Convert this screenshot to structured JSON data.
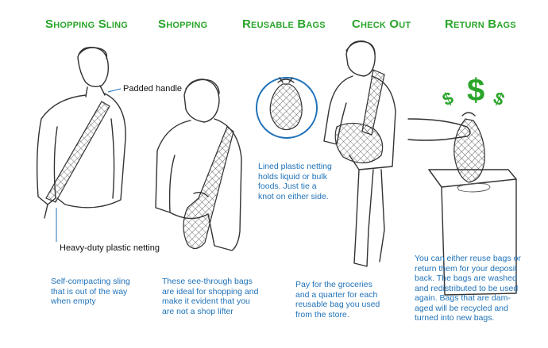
{
  "headings": [
    "Shopping Sling",
    "Shopping",
    "Reusable Bags",
    "Check Out",
    "Return Bags"
  ],
  "callouts": {
    "padded_handle": "Padded handle",
    "plastic_netting": "Heavy-duty plastic netting"
  },
  "captions": {
    "sling": [
      "Self-compacting sling",
      "that is out of the way",
      "when empty"
    ],
    "shopping": [
      "These see-through bags",
      "are ideal for shopping and",
      "make it evident that you",
      "are not a shop lifter"
    ],
    "bags": [
      "Lined plastic netting",
      "holds liquid or bulk",
      "foods. Just tie a",
      "knot on either side."
    ],
    "checkout": [
      "Pay for the groceries",
      "and a quarter for each",
      "reusable bag you used",
      "from the store."
    ],
    "return": [
      "You can either reuse bags or",
      "return them for your deposit",
      "back. The bags are washed",
      "and redistributed to be used",
      "again. Bags that are dam-",
      "aged will be recycled and",
      "turned into new bags."
    ]
  },
  "symbols": {
    "dollar": "$"
  },
  "colors": {
    "heading": "#2aa52a",
    "caption": "#1f72b8",
    "callout_line": "#1f72b8",
    "dollar": "#2aa52a"
  }
}
